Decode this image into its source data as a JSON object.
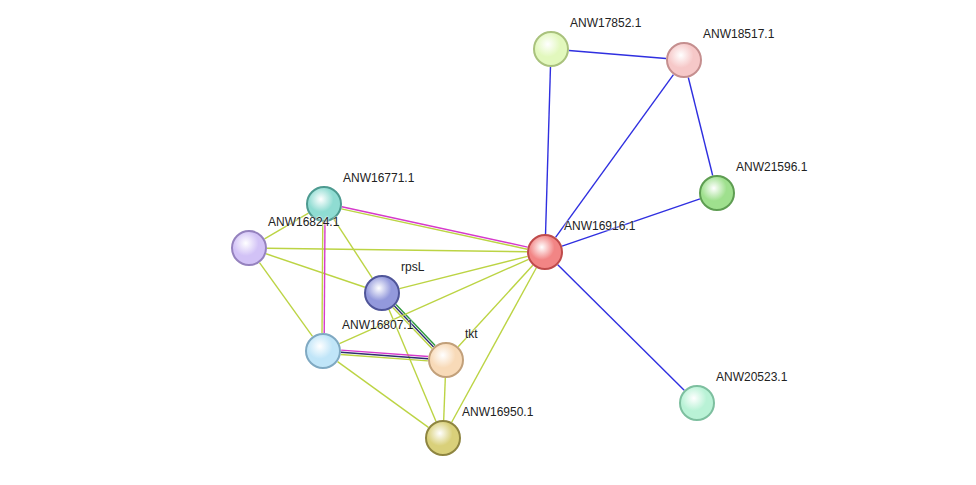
{
  "diagram": {
    "nodes": [
      {
        "text": [
          "ANW17852.1"
        ]
      },
      {
        "text": [
          "ANW18517.1"
        ]
      },
      {
        "text": [
          "ANW21596.1"
        ]
      },
      {
        "text": [
          "ANW16771.1"
        ]
      },
      {
        "text": [
          "ANW16824.1"
        ]
      },
      {
        "text": [
          "ANW16916.1"
        ]
      },
      {
        "text": [
          "rpsL"
        ]
      },
      {
        "text": [
          "ANW16807.1"
        ]
      },
      {
        "text": [
          "tkt"
        ]
      },
      {
        "text": [
          "ANW16950.1"
        ]
      },
      {
        "text": [
          "ANW20523.1"
        ]
      }
    ],
    "edges": [
      {
        "from": 0,
        "to": 1,
        "arrow": "none"
      },
      {
        "from": 0,
        "to": 5,
        "arrow": "none"
      },
      {
        "from": 1,
        "to": 5,
        "arrow": "none"
      },
      {
        "from": 1,
        "to": 2,
        "arrow": "none"
      },
      {
        "from": 2,
        "to": 5,
        "arrow": "none"
      },
      {
        "from": 5,
        "to": 10,
        "arrow": "none"
      },
      {
        "from": 3,
        "to": 5,
        "arrow": "none"
      },
      {
        "from": 4,
        "to": 3,
        "arrow": "none"
      },
      {
        "from": 4,
        "to": 5,
        "arrow": "none"
      },
      {
        "from": 4,
        "to": 6,
        "arrow": "none"
      },
      {
        "from": 4,
        "to": 7,
        "arrow": "none"
      },
      {
        "from": 3,
        "to": 6,
        "arrow": "none"
      },
      {
        "from": 3,
        "to": 7,
        "arrow": "none"
      },
      {
        "from": 6,
        "to": 5,
        "arrow": "none"
      },
      {
        "from": 6,
        "to": 8,
        "arrow": "none"
      },
      {
        "from": 6,
        "to": 9,
        "arrow": "none"
      },
      {
        "from": 7,
        "to": 5,
        "arrow": "none"
      },
      {
        "from": 7,
        "to": 8,
        "arrow": "none"
      },
      {
        "from": 7,
        "to": 9,
        "arrow": "none"
      },
      {
        "from": 8,
        "to": 5,
        "arrow": "none"
      },
      {
        "from": 8,
        "to": 9,
        "arrow": "none"
      },
      {
        "from": 9,
        "to": 5,
        "arrow": "none"
      }
    ]
  }
}
